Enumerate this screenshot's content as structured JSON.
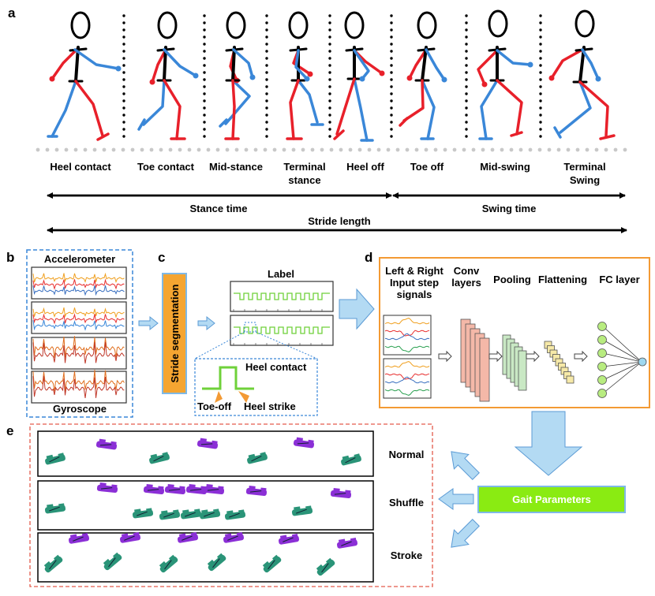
{
  "panels": {
    "a": {
      "letter": "a",
      "phases": [
        {
          "lines": [
            "Heel contact"
          ]
        },
        {
          "lines": [
            "Toe contact"
          ]
        },
        {
          "lines": [
            "Mid-stance"
          ]
        },
        {
          "lines": [
            "Terminal",
            "stance"
          ]
        },
        {
          "lines": [
            "Heel off"
          ]
        },
        {
          "lines": [
            "Toe off"
          ]
        },
        {
          "lines": [
            "Mid-swing"
          ]
        },
        {
          "lines": [
            "Terminal",
            "Swing"
          ]
        }
      ],
      "stance_time": "Stance time",
      "swing_time": "Swing time",
      "stride_length": "Stride length"
    },
    "b": {
      "letter": "b",
      "top": "Accelerometer",
      "bottom": "Gyroscope"
    },
    "c": {
      "letter": "c",
      "segmentation": "Stride segmentation",
      "label": "Label",
      "heel_contact": "Heel contact",
      "toe_off": "Toe-off",
      "heel_strike": "Heel strike"
    },
    "d": {
      "letter": "d",
      "input_lines": [
        "Left & Right",
        "Input step",
        "signals"
      ],
      "conv_lines": [
        "Conv",
        "layers"
      ],
      "pooling": "Pooling",
      "flattening": "Flattening",
      "fc": "FC layer"
    },
    "e": {
      "letter": "e",
      "patterns": [
        "Normal",
        "Shuffle",
        "Stroke"
      ],
      "gait_parameters": "Gait Parameters"
    }
  },
  "colors": {
    "right_limb": "#e8202a",
    "left_limb": "#3a87d8",
    "body": "#000000",
    "segmentation_fill": "#f5a531",
    "segmentation_border": "#7fb9e6",
    "gait_fill": "#8aeb12",
    "model_border": "#f39a34",
    "dashed_blue": "#3a87d8",
    "dashed_red": "#e35a4c",
    "arrow_fill": "#b3daf3",
    "footprint_purple": "#8b2fd6",
    "footprint_green": "#2a9478",
    "label_signal": "#6fd13a"
  }
}
